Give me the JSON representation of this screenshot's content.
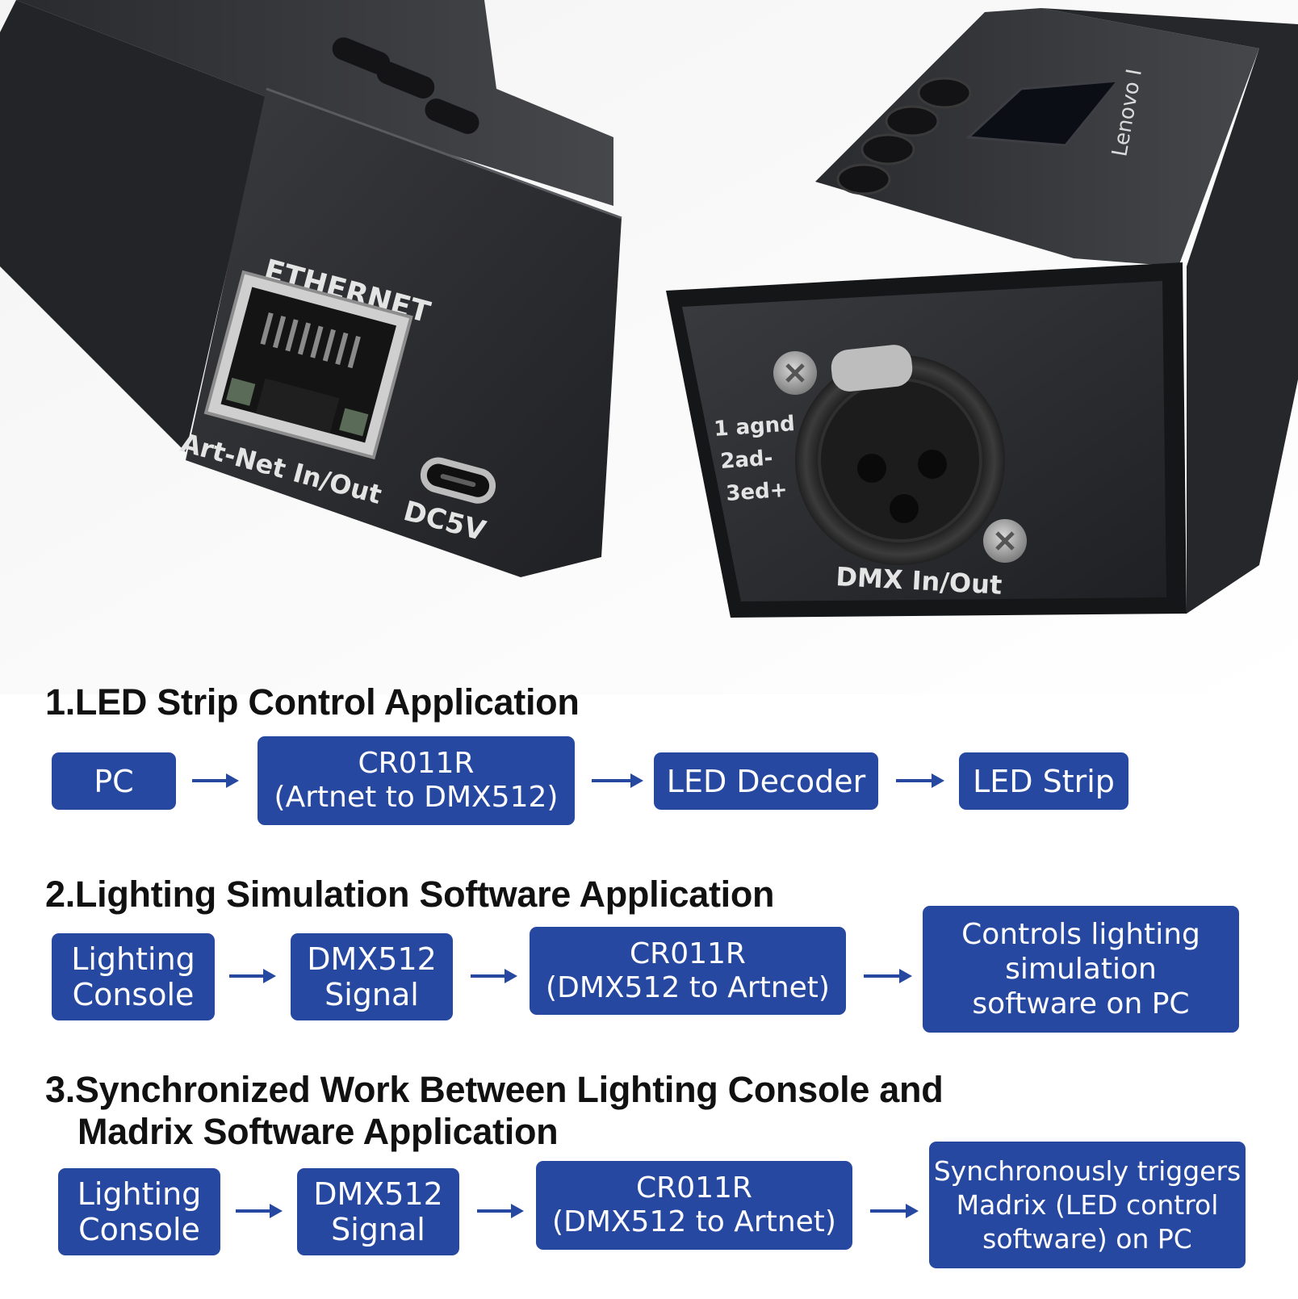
{
  "photo": {
    "left_unit": {
      "port_label": "ETHERNET",
      "port_caption": "Art-Net In/Out",
      "power_label": "DC5V"
    },
    "right_unit": {
      "pin_labels": [
        "1 agnd",
        "2ad-",
        "3ed+"
      ],
      "connector_caption": "DMX In/Out",
      "side_text": "Lenovo I"
    }
  },
  "sections": [
    {
      "heading": "1.LED Strip Control Application",
      "steps": [
        "PC",
        "CR011R\n(Artnet to DMX512)",
        "LED Decoder",
        "LED Strip"
      ]
    },
    {
      "heading": "2.Lighting Simulation Software Application",
      "steps": [
        "Lighting\nConsole",
        "DMX512\nSignal",
        "CR011R\n(DMX512 to Artnet)",
        "Controls lighting\nsimulation\nsoftware on PC"
      ]
    },
    {
      "heading_line1": "3.Synchronized Work Between Lighting Console and",
      "heading_line2": "Madrix Software Application",
      "steps": [
        "Lighting\nConsole",
        "DMX512\nSignal",
        "CR011R\n(DMX512 to Artnet)",
        "Synchronously triggers\nMadrix (LED control\nsoftware) on PC"
      ]
    }
  ],
  "colors": {
    "box": "#2648a0",
    "box_text": "#ffffff",
    "heading": "#111111",
    "device_body": "#2b2c2f"
  }
}
